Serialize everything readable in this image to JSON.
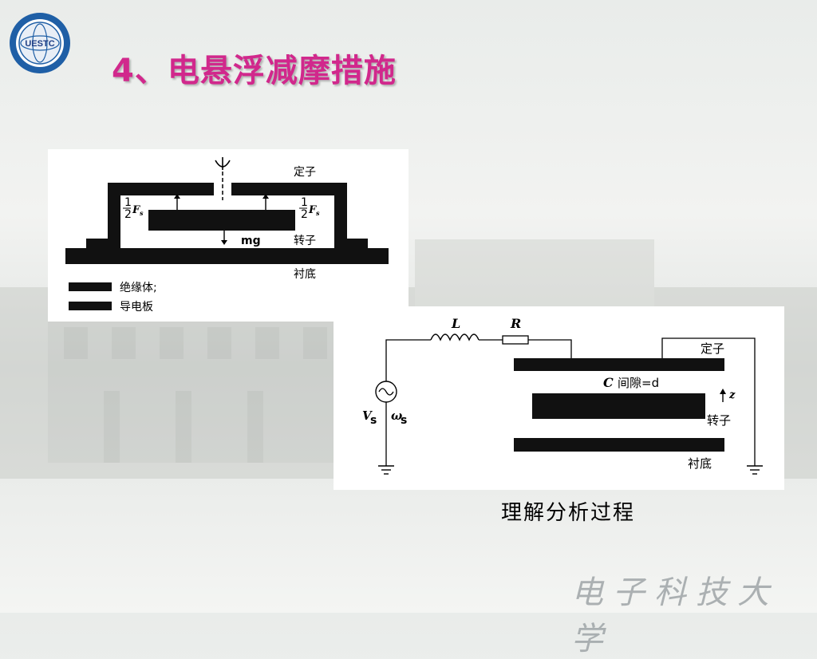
{
  "slide": {
    "title": "4、电悬浮减摩措施",
    "caption": "理解分析过程",
    "watermark": "电子科技大学",
    "logo_text": "UESTC",
    "title_color": "#d1288c"
  },
  "diagram1": {
    "stator": "定子",
    "rotor": "转子",
    "substrate": "衬底",
    "force_num": "1",
    "force_den": "2",
    "force_sym": "F",
    "force_sub": "s",
    "weight": "mg",
    "legend_insulator": "绝缘体;",
    "legend_conductor": "导电板"
  },
  "diagram2": {
    "inductor": "L",
    "resistor": "R",
    "stator": "定子",
    "capacitor": "C",
    "gap": "间隙=d",
    "z_axis": "z",
    "rotor": "转子",
    "substrate": "衬底",
    "voltage": "V",
    "voltage_sub": "s",
    "omega": "ω",
    "omega_sub": "s"
  }
}
